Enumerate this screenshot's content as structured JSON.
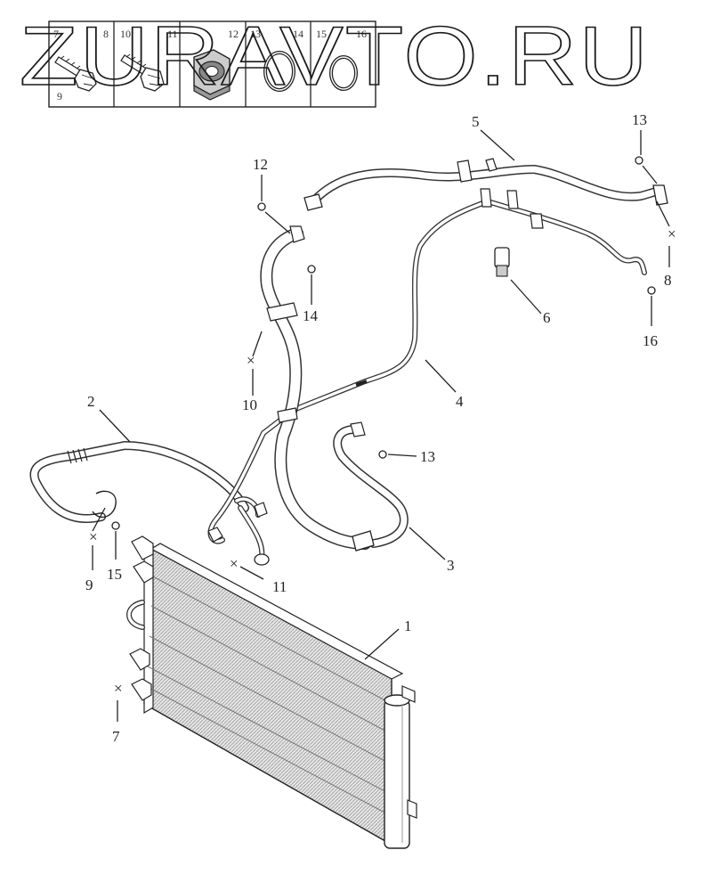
{
  "watermark": "ZURAVTO.RU",
  "fastener_table": {
    "cells": [
      {
        "top": "7",
        "right": "8",
        "bottom": "9"
      },
      {
        "top": "10",
        "right": "11",
        "bottom": ""
      },
      {
        "top": "",
        "right": "12",
        "bottom": ""
      },
      {
        "top": "13",
        "right": "14",
        "bottom": ""
      },
      {
        "top": "15",
        "right": "16",
        "bottom": ""
      }
    ]
  },
  "callouts": {
    "c1": "1",
    "c2": "2",
    "c3": "3",
    "c4": "4",
    "c5": "5",
    "c6": "6",
    "c7": "7",
    "c8": "8",
    "c9": "9",
    "c10": "10",
    "c11": "11",
    "c12": "12",
    "c13a": "13",
    "c13b": "13",
    "c14": "14",
    "c15": "15",
    "c16": "16"
  },
  "colors": {
    "ink": "#222222",
    "background": "#ffffff",
    "condenser_fill": "#d9d9d9"
  }
}
